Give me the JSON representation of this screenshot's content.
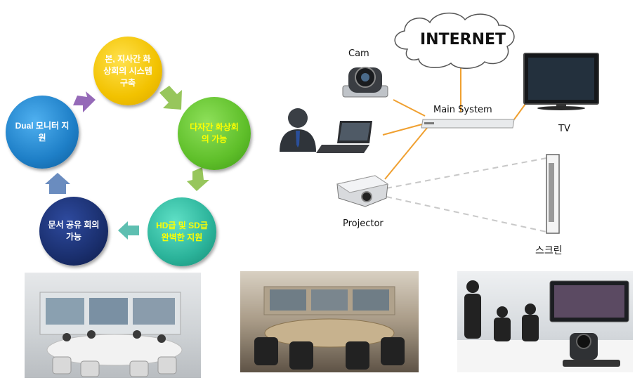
{
  "cycle": {
    "items": [
      {
        "text": "본, 지사간 화상회의 시스템 구축",
        "color": "#f2c200",
        "text_color": "#ffffff"
      },
      {
        "text": "다자간 화상회의 가능",
        "color": "#5fbf2a",
        "text_color": "#ffff00"
      },
      {
        "text": "HD급 및 SD급 완벽한 지원",
        "color": "#2bb39a",
        "text_color": "#ffff00"
      },
      {
        "text": "문서 공유 회의 가능",
        "color": "#1a2f6e",
        "text_color": "#ffffff"
      },
      {
        "text": "Dual 모니터 지원",
        "color": "#1e7fc7",
        "text_color": "#ffffff"
      }
    ]
  },
  "network": {
    "cloud_label": "INTERNET",
    "cam_label": "Cam",
    "main_label": "Main System",
    "tv_label": "TV",
    "projector_label": "Projector",
    "screen_label": "스크린",
    "line_color": "#f0a030"
  }
}
